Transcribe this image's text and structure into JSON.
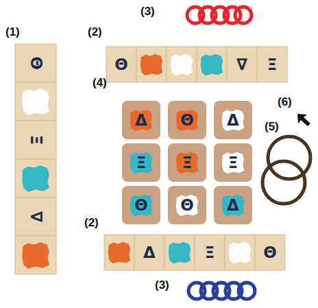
{
  "diagram": {
    "labels": [
      "(3)",
      "(1)",
      "(2)",
      "Θ",
      "∇",
      "Ξ",
      "Θ",
      "Ξ",
      "∇",
      "(4)",
      "Δ",
      "Θ",
      "Δ",
      "Ξ",
      "Ξ",
      "Ξ",
      "Θ",
      "Θ",
      "Δ",
      "(6)",
      "(5)",
      "(2)",
      "Δ",
      "Ξ",
      "Θ",
      "(3)"
    ]
  }
}
